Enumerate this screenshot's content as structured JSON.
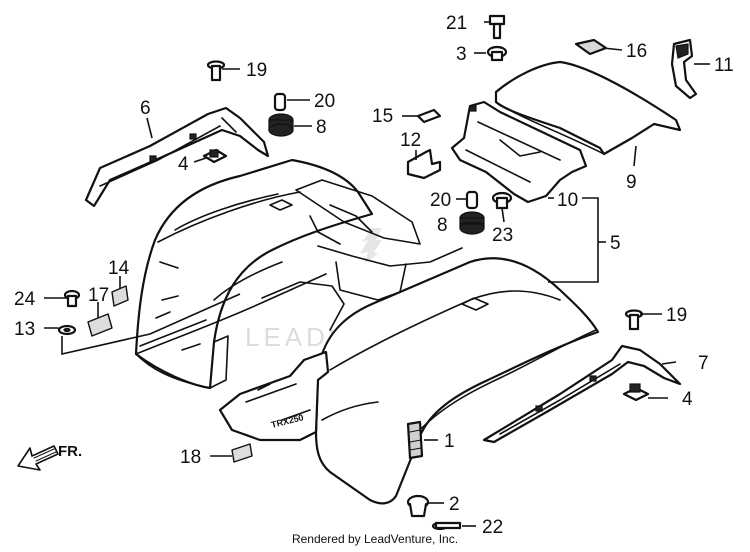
{
  "watermark": "LEADVENTURE",
  "credit": "Rendered by LeadVenture, Inc.",
  "front_indicator": "FR.",
  "decal_text": "TRX250",
  "callouts": [
    {
      "id": "c21",
      "label": "21"
    },
    {
      "id": "c3",
      "label": "3"
    },
    {
      "id": "c16",
      "label": "16"
    },
    {
      "id": "c11",
      "label": "11"
    },
    {
      "id": "c19a",
      "label": "19"
    },
    {
      "id": "c20a",
      "label": "20"
    },
    {
      "id": "c8a",
      "label": "8"
    },
    {
      "id": "c6",
      "label": "6"
    },
    {
      "id": "c15",
      "label": "15"
    },
    {
      "id": "c12",
      "label": "12"
    },
    {
      "id": "c4a",
      "label": "4"
    },
    {
      "id": "c9",
      "label": "9"
    },
    {
      "id": "c20b",
      "label": "20"
    },
    {
      "id": "c10",
      "label": "10"
    },
    {
      "id": "c8b",
      "label": "8"
    },
    {
      "id": "c23",
      "label": "23"
    },
    {
      "id": "c5",
      "label": "5"
    },
    {
      "id": "c14",
      "label": "14"
    },
    {
      "id": "c24",
      "label": "24"
    },
    {
      "id": "c17",
      "label": "17"
    },
    {
      "id": "c13",
      "label": "13"
    },
    {
      "id": "c19b",
      "label": "19"
    },
    {
      "id": "c7",
      "label": "7"
    },
    {
      "id": "c4b",
      "label": "4"
    },
    {
      "id": "c1",
      "label": "1"
    },
    {
      "id": "c18",
      "label": "18"
    },
    {
      "id": "c2",
      "label": "2"
    },
    {
      "id": "c22",
      "label": "22"
    }
  ]
}
